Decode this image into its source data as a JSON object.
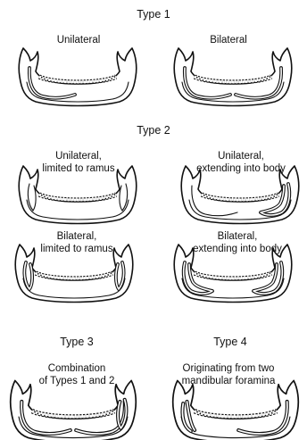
{
  "types": [
    {
      "title": "Type 1",
      "panels": [
        {
          "label_lines": [
            "Unilateral"
          ]
        },
        {
          "label_lines": [
            "Bilateral"
          ]
        }
      ]
    },
    {
      "title": "Type 2",
      "panels": [
        {
          "label_lines": [
            "Unilateral,",
            "limited to ramus"
          ]
        },
        {
          "label_lines": [
            "Unilateral,",
            "extending into body"
          ]
        },
        {
          "label_lines": [
            "Bilateral,",
            "limited to ramus"
          ]
        },
        {
          "label_lines": [
            "Bilateral,",
            "extending into body"
          ]
        }
      ]
    },
    {
      "title": "Type 3",
      "panels": [
        {
          "label_lines": [
            "Combination",
            "of Types 1 and 2"
          ]
        }
      ]
    },
    {
      "title": "Type 4",
      "panels": [
        {
          "label_lines": [
            "Originating from two",
            "mandibular foramina"
          ]
        }
      ]
    }
  ]
}
